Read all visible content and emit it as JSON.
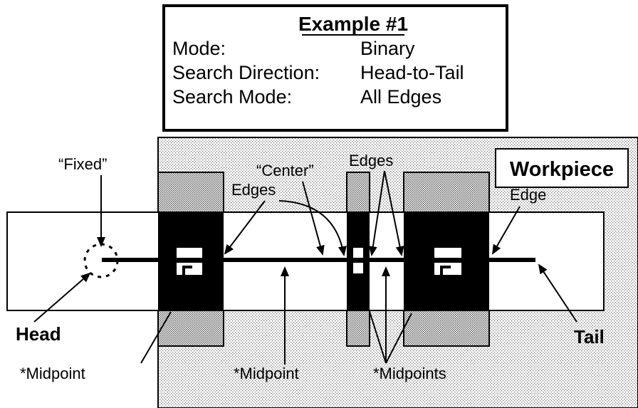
{
  "info_box": {
    "title": "Example #1",
    "rows": [
      {
        "label": "Mode:",
        "value": "Binary"
      },
      {
        "label": "Search Direction:",
        "value": "Head-to-Tail"
      },
      {
        "label": "Search Mode:",
        "value": "All Edges"
      }
    ]
  },
  "labels": {
    "workpiece": "Workpiece",
    "fixed": "“Fixed”",
    "center": "“Center”",
    "edges_left": "Edges",
    "edges_top": "Edges",
    "edge_right": "Edge",
    "head": "Head",
    "tail": "Tail",
    "midpoint_left": "*Midpoint",
    "midpoint_center": "*Midpoint",
    "midpoints_right": "*Midpoints"
  },
  "colors": {
    "ink": "#000000",
    "paper": "#ffffff",
    "stipple_background": "#d6d6d6",
    "stipple_block": "#bdbdbd"
  }
}
